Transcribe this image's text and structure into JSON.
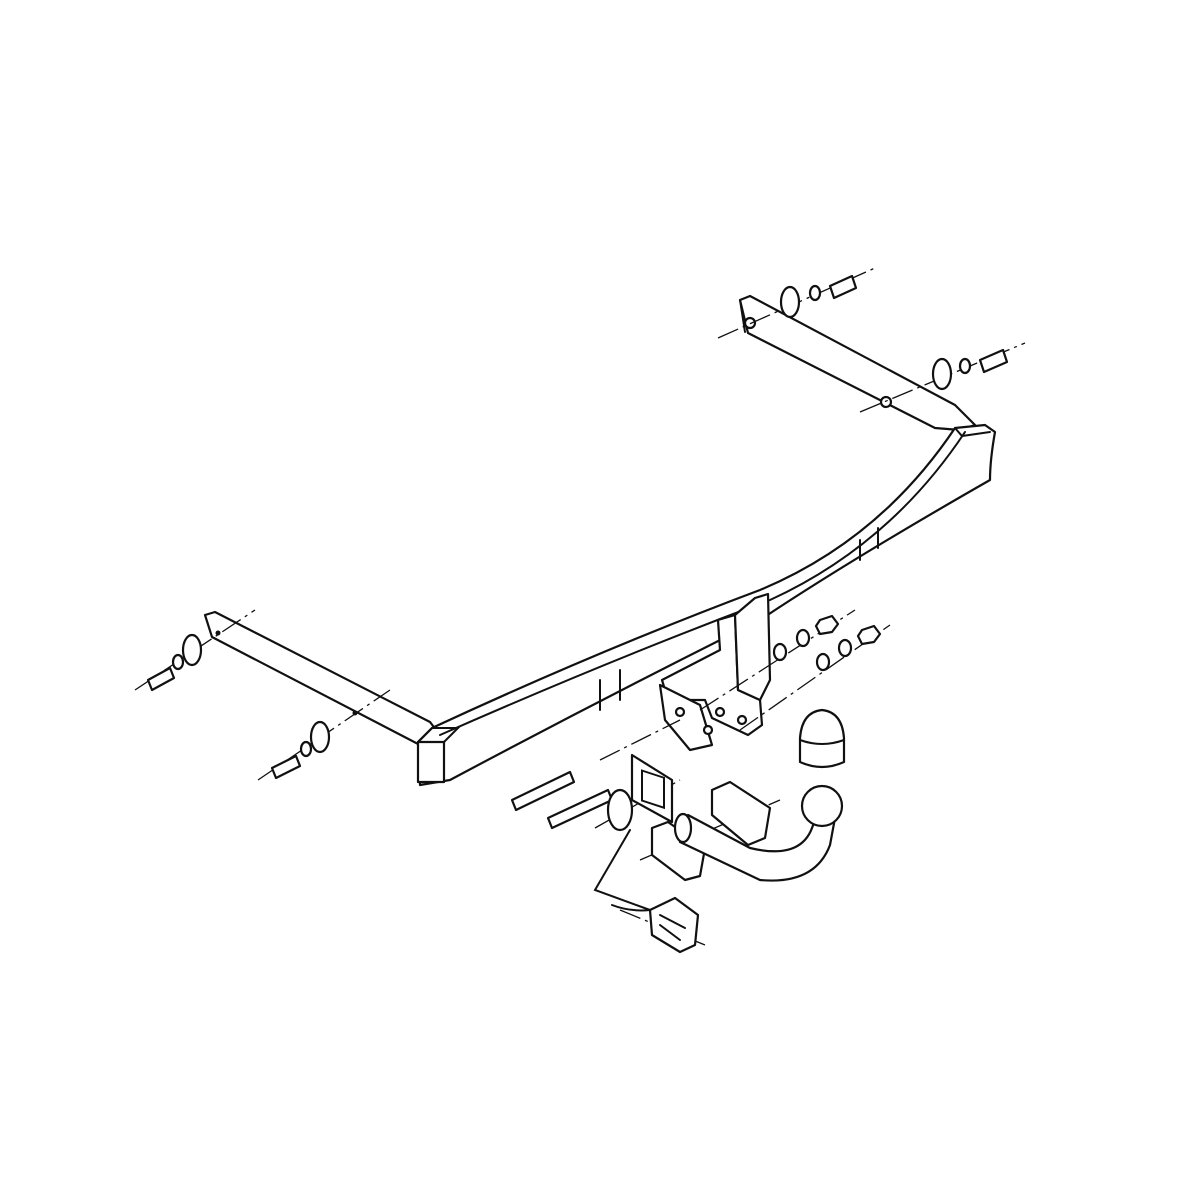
{
  "diagram": {
    "subject": "towbar-exploded-assembly",
    "colors": {
      "background": "#ffffff",
      "line": "#111111"
    },
    "parts": [
      "crossbar",
      "left-bracket",
      "right-bracket",
      "center-mount-plates",
      "ball-hitch",
      "ball-cap",
      "clamp-blocks",
      "socket-plate",
      "electrical-socket",
      "bolts",
      "washers",
      "nuts"
    ]
  }
}
